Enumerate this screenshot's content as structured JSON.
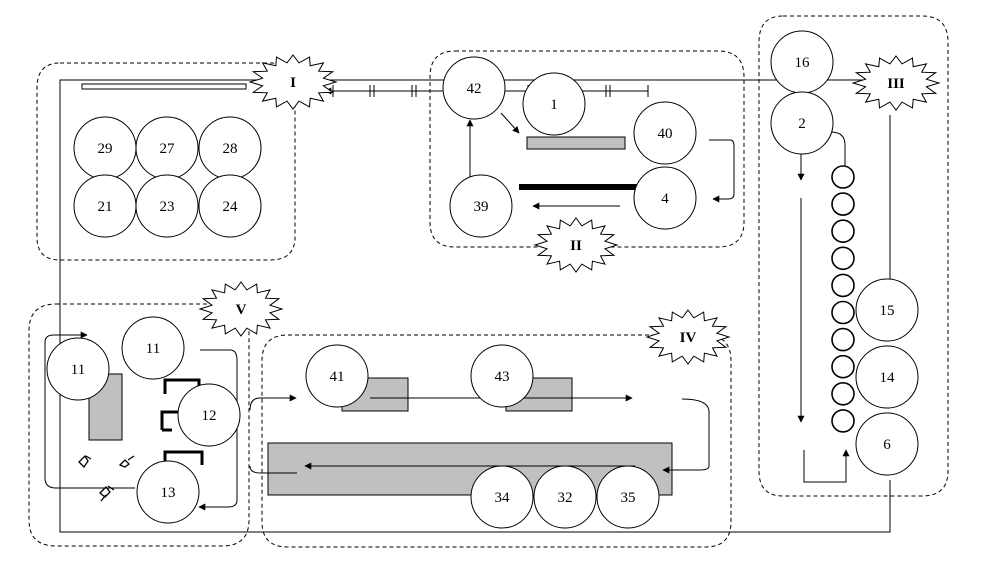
{
  "zones": {
    "z1": "I",
    "z2": "II",
    "z3": "III",
    "z4": "IV",
    "z5": "V"
  },
  "nodes": {
    "n29": "29",
    "n27": "27",
    "n28": "28",
    "n21": "21",
    "n23": "23",
    "n24": "24",
    "n42": "42",
    "n1": "1",
    "n40": "40",
    "n39": "39",
    "n4": "4",
    "n16": "16",
    "n2": "2",
    "n15": "15",
    "n14": "14",
    "n6": "6",
    "n11a": "11",
    "n11b": "11",
    "n12": "12",
    "n13": "13",
    "n41": "41",
    "n43": "43",
    "n34": "34",
    "n32": "32",
    "n35": "35"
  },
  "chain_link_count": 10
}
